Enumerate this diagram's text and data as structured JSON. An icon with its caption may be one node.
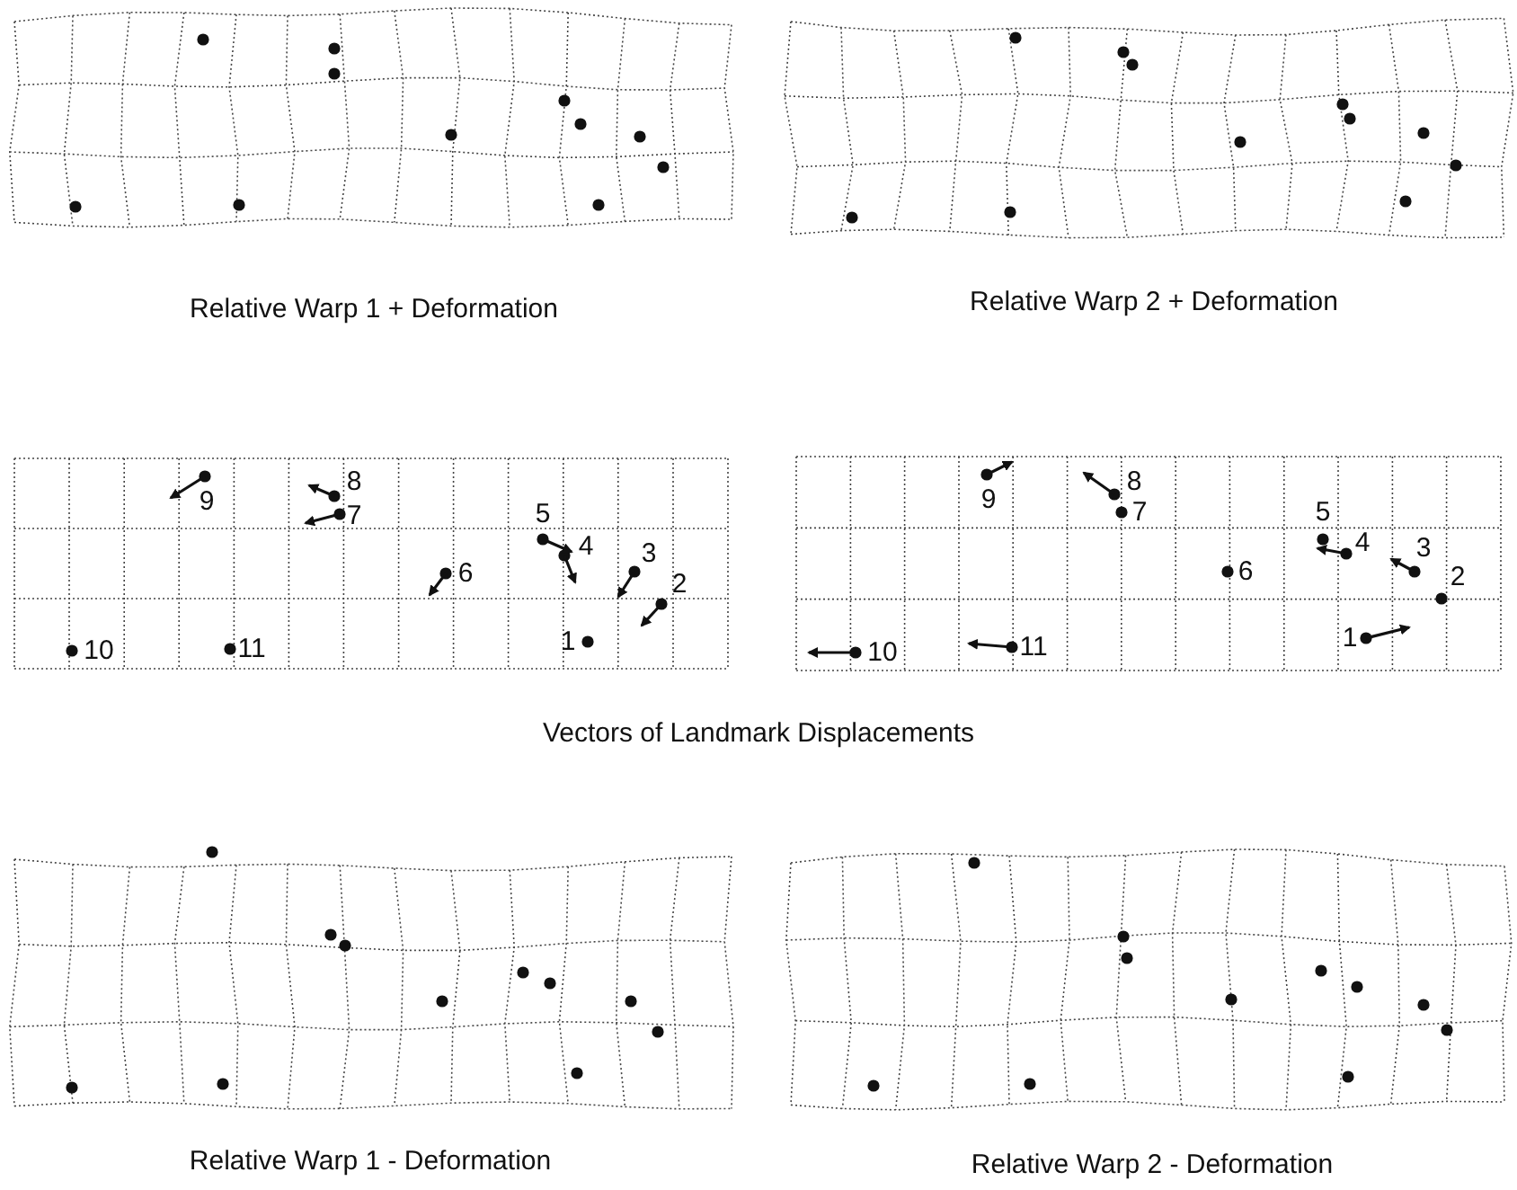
{
  "diagram": {
    "labels": [
      "Relative Warp 1 + Deformation",
      "Relative Warp 2 + Deformation",
      "9",
      "8",
      "7",
      "5",
      "4",
      "6",
      "3",
      "2",
      "10",
      "11",
      "1",
      "9",
      "8",
      "7",
      "5",
      "4",
      "6",
      "3",
      "2",
      "10",
      "11",
      "1",
      "Vectors of Landmark Displacements",
      "Relative Warp 1 - Deformation",
      "Relative Warp 2 - Deformation"
    ]
  }
}
